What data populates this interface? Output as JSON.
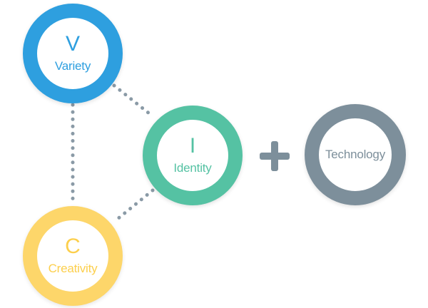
{
  "colors": {
    "variety": "#2e9fdf",
    "identity": "#55c2a3",
    "creativity": "#fdd66a",
    "technology": "#7d8f9b",
    "connector": "#8a9aa6"
  },
  "nodes": {
    "variety": {
      "letter": "V",
      "label": "Variety"
    },
    "identity": {
      "letter": "I",
      "label": "Identity"
    },
    "creativity": {
      "letter": "C",
      "label": "Creativity"
    },
    "technology": {
      "label": "Technology"
    }
  },
  "operator": {
    "icon": "plus-icon"
  }
}
